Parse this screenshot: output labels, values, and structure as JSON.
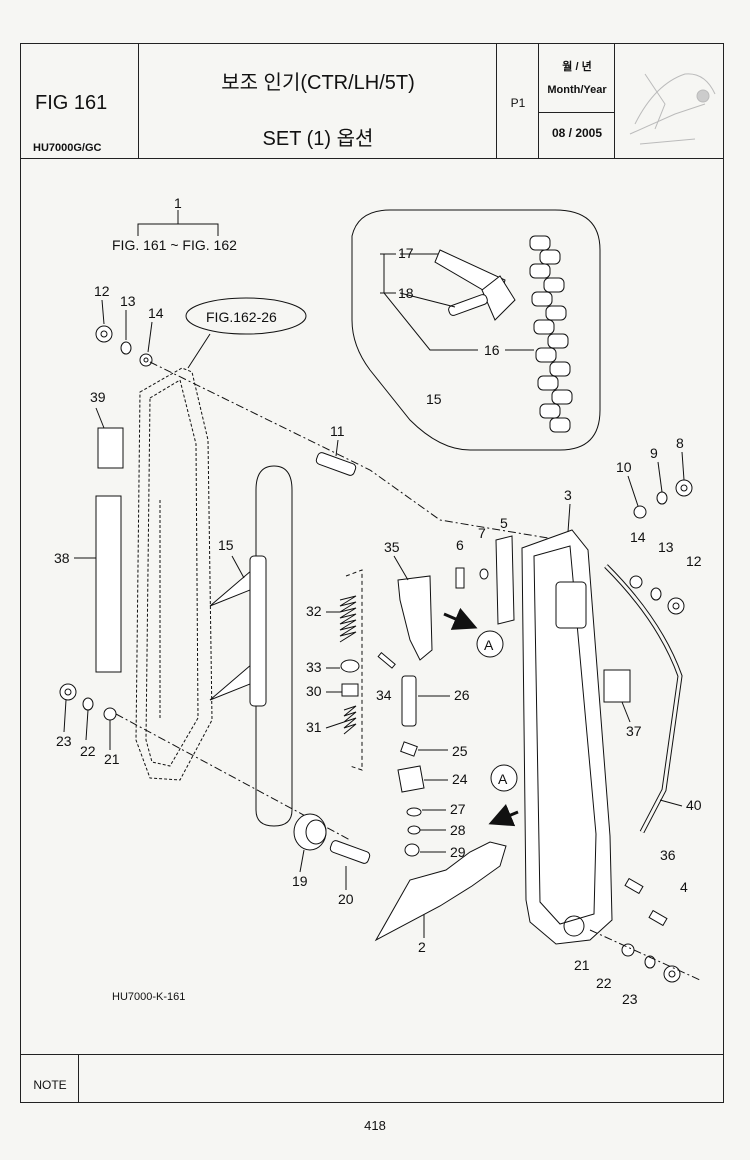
{
  "header": {
    "fig_label": "FIG 161",
    "model": "HU7000G/GC",
    "title_line1": "보조 인기(CTR/LH/5T)",
    "title_line2": "SET (1) 옵션",
    "page_code": "P1",
    "date_header_kr": "월 / 년",
    "date_header_en": "Month/Year",
    "date_value": "08 / 2005"
  },
  "diagram": {
    "ref_range": "FIG. 161 ~ FIG. 162",
    "callout": "FIG.162-26",
    "view_marker": "A",
    "drawing_code": "HU7000-K-161",
    "part_numbers": [
      "1",
      "2",
      "3",
      "4",
      "5",
      "6",
      "7",
      "8",
      "9",
      "10",
      "11",
      "12",
      "13",
      "14",
      "15",
      "16",
      "17",
      "18",
      "19",
      "20",
      "21",
      "22",
      "23",
      "24",
      "25",
      "26",
      "27",
      "28",
      "29",
      "30",
      "31",
      "32",
      "33",
      "34",
      "35",
      "36",
      "37",
      "38",
      "39",
      "40"
    ]
  },
  "footer": {
    "note_label": "NOTE",
    "page_number": "418"
  },
  "colors": {
    "ink": "#111111",
    "paper": "#f6f6f3"
  }
}
